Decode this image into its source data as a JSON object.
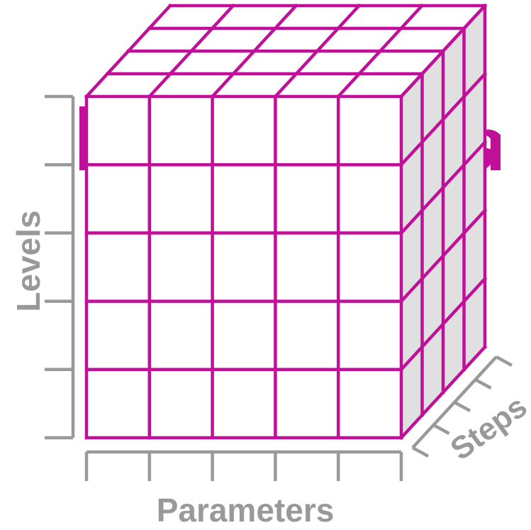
{
  "axes": {
    "levels_label": "Levels",
    "parameters_label": "Parameters",
    "steps_label": "Steps"
  },
  "grid": {
    "parameters_count": 5,
    "levels_count": 5,
    "steps_count": 4
  },
  "colors": {
    "grid_line": "#c0109a",
    "axis": "#999999",
    "side_face": "#e0e0e0",
    "background": "#ffffff"
  }
}
